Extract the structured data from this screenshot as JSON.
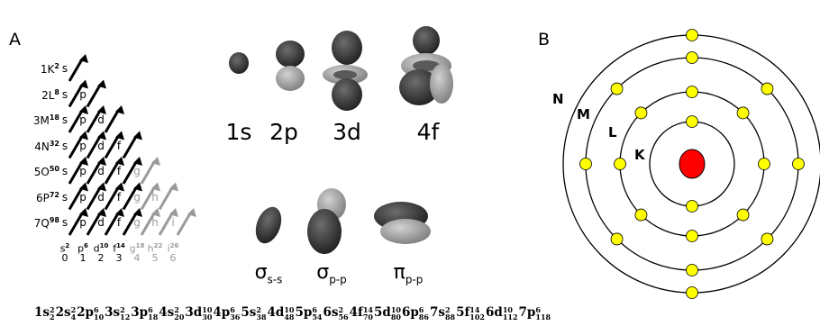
{
  "panels": {
    "a": "A",
    "b": "B"
  },
  "aufbau": {
    "shells": [
      {
        "letter": "1K",
        "cap": "2"
      },
      {
        "letter": "2L",
        "cap": "8"
      },
      {
        "letter": "3M",
        "cap": "18"
      },
      {
        "letter": "4N",
        "cap": "32"
      },
      {
        "letter": "5O",
        "cap": "50"
      },
      {
        "letter": "6P",
        "cap": "72"
      },
      {
        "letter": "7Q",
        "cap": "98"
      }
    ],
    "rows": [
      [
        "s"
      ],
      [
        "s",
        "p"
      ],
      [
        "s",
        "p",
        "d"
      ],
      [
        "s",
        "p",
        "d",
        "f"
      ],
      [
        "s",
        "p",
        "d",
        "f",
        "g"
      ],
      [
        "s",
        "p",
        "d",
        "f",
        "g",
        "h"
      ],
      [
        "s",
        "p",
        "d",
        "f",
        "g",
        "h",
        "i"
      ]
    ],
    "footer_letters": [
      "s",
      "p",
      "d",
      "f",
      "g",
      "h",
      "i"
    ],
    "footer_caps": [
      "2",
      "6",
      "10",
      "14",
      "18",
      "22",
      "26"
    ],
    "footer_l": [
      "0",
      "1",
      "2",
      "3",
      "4",
      "5",
      "6"
    ]
  },
  "orbitals": {
    "labels": [
      "1s",
      "2p",
      "3d",
      "4f"
    ]
  },
  "molecular": {
    "labels": [
      {
        "sym": "σ",
        "sub": "s-s"
      },
      {
        "sym": "σ",
        "sub": "p-p"
      },
      {
        "sym": "π",
        "sub": "p-p"
      }
    ]
  },
  "config_terms": [
    {
      "o": "1s",
      "n": "2",
      "i": "2"
    },
    {
      "o": "2s",
      "n": "2",
      "i": "4"
    },
    {
      "o": "2p",
      "n": "6",
      "i": "10"
    },
    {
      "o": "3s",
      "n": "2",
      "i": "12"
    },
    {
      "o": "3p",
      "n": "6",
      "i": "18"
    },
    {
      "o": "4s",
      "n": "2",
      "i": "20"
    },
    {
      "o": "3d",
      "n": "10",
      "i": "30"
    },
    {
      "o": "4p",
      "n": "6",
      "i": "36"
    },
    {
      "o": "5s",
      "n": "2",
      "i": "38"
    },
    {
      "o": "4d",
      "n": "10",
      "i": "48"
    },
    {
      "o": "5p",
      "n": "6",
      "i": "54"
    },
    {
      "o": "6s",
      "n": "2",
      "i": "56"
    },
    {
      "o": "4f",
      "n": "14",
      "i": "70"
    },
    {
      "o": "5d",
      "n": "10",
      "i": "80"
    },
    {
      "o": "6p",
      "n": "6",
      "i": "86"
    },
    {
      "o": "7s",
      "n": "2",
      "i": "88"
    },
    {
      "o": "5f",
      "n": "14",
      "i": "102"
    },
    {
      "o": "6d",
      "n": "10",
      "i": "112"
    },
    {
      "o": "7p",
      "n": "6",
      "i": "118"
    }
  ],
  "bohr": {
    "shell_labels": [
      "K",
      "L",
      "M",
      "N"
    ],
    "electrons_per_shell": [
      2,
      8,
      8,
      2
    ],
    "colors": {
      "nucleus": "#ff0000",
      "electron": "#ffff00",
      "stroke": "#000000"
    }
  }
}
